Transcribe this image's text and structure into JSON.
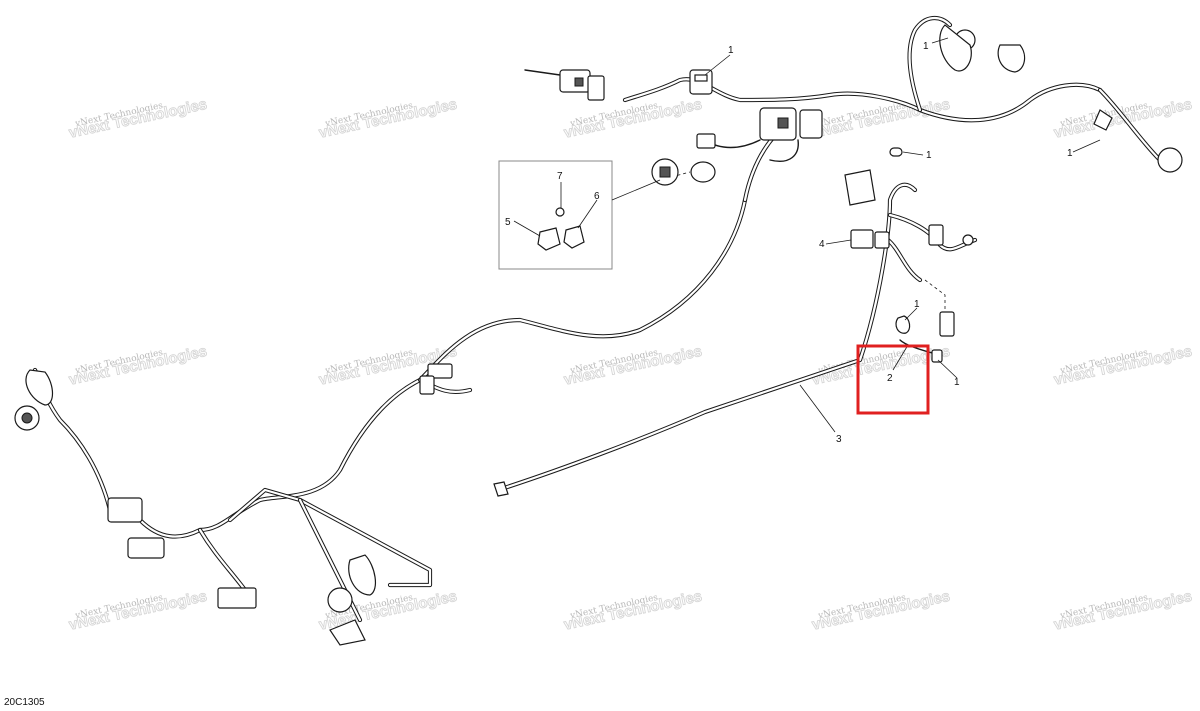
{
  "diagram": {
    "code": "20C1305",
    "watermark": {
      "line1": "vNext Technologies",
      "line2": "vNext Technologies"
    },
    "callouts": [
      "1",
      "1",
      "1",
      "1",
      "1",
      "1",
      "2",
      "3",
      "4",
      "5",
      "6",
      "7"
    ],
    "highlight_color": "#e02020"
  }
}
